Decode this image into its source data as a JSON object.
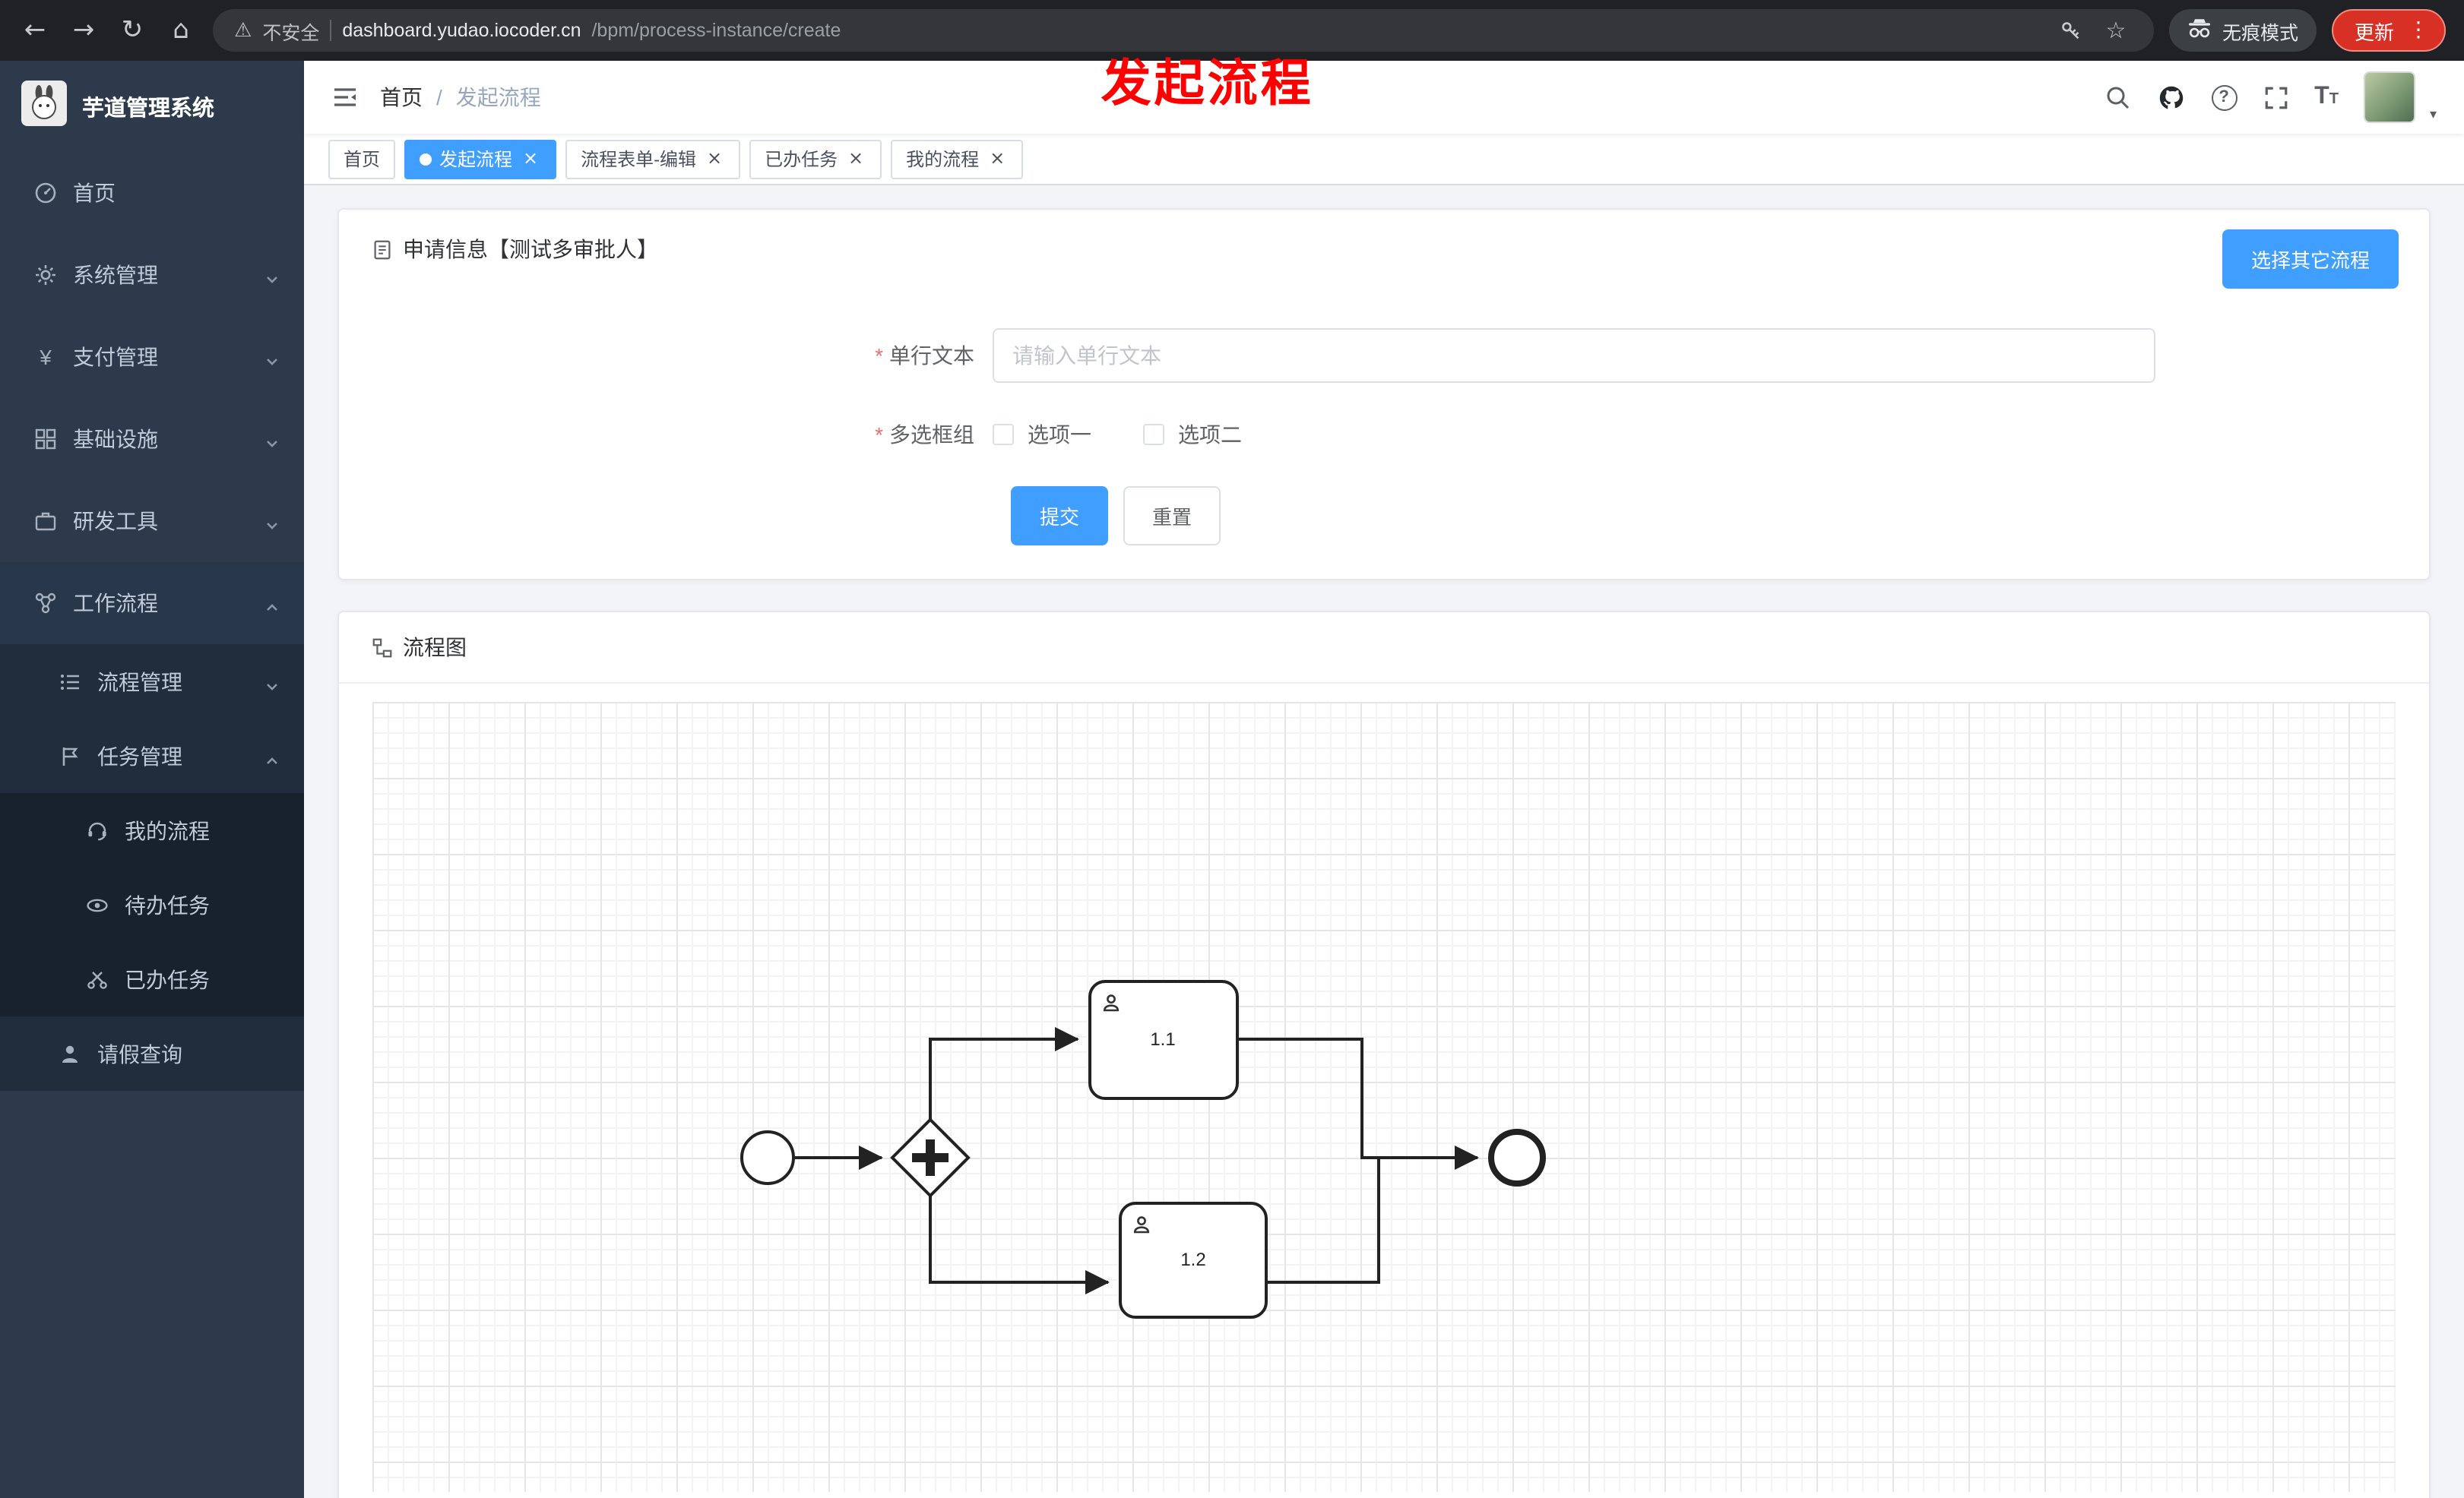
{
  "browser": {
    "security_label": "不安全",
    "url_host": "dashboard.yudao.iocoder.cn",
    "url_path": "/bpm/process-instance/create",
    "incognito_label": "无痕模式",
    "update_label": "更新"
  },
  "icons": {
    "back": "←",
    "forward": "→",
    "reload": "↻",
    "home": "⌂",
    "warning": "⚠",
    "star": "☆",
    "kebab": "⋮",
    "close": "×",
    "caret": "▾",
    "question": "?",
    "fontsize": "T",
    "required": "*"
  },
  "annotation": {
    "text": "发起流程",
    "color": "#ff0000"
  },
  "sidebar": {
    "logo_title": "芋道管理系统",
    "items": [
      {
        "label": "首页",
        "icon": "dashboard-icon"
      },
      {
        "label": "系统管理",
        "icon": "gear-icon"
      },
      {
        "label": "支付管理",
        "icon": "payment-icon"
      },
      {
        "label": "基础设施",
        "icon": "infrastructure-icon"
      },
      {
        "label": "研发工具",
        "icon": "devtools-icon"
      },
      {
        "label": "工作流程",
        "icon": "workflow-icon",
        "children": [
          {
            "label": "流程管理",
            "icon": "process-icon"
          },
          {
            "label": "任务管理",
            "icon": "task-icon",
            "children": [
              {
                "label": "我的流程",
                "icon": "my-process-icon"
              },
              {
                "label": "待办任务",
                "icon": "todo-eye-icon"
              },
              {
                "label": "已办任务",
                "icon": "done-icon"
              }
            ]
          },
          {
            "label": "请假查询",
            "icon": "leave-user-icon"
          }
        ]
      }
    ]
  },
  "header": {
    "breadcrumb": {
      "home": "首页",
      "separator": "/",
      "current": "发起流程"
    }
  },
  "tabs": [
    {
      "label": "首页",
      "active": false,
      "closable": false
    },
    {
      "label": "发起流程",
      "active": true,
      "closable": true
    },
    {
      "label": "流程表单-编辑",
      "active": false,
      "closable": true
    },
    {
      "label": "已办任务",
      "active": false,
      "closable": true
    },
    {
      "label": "我的流程",
      "active": false,
      "closable": true
    }
  ],
  "form_card": {
    "title": "申请信息【测试多审批人】",
    "select_other_label": "选择其它流程",
    "fields": {
      "single_text": {
        "label": "单行文本",
        "required": true,
        "value": "",
        "placeholder": "请输入单行文本"
      },
      "checkbox_group": {
        "label": "多选框组",
        "required": true,
        "options": [
          {
            "label": "选项一",
            "checked": false
          },
          {
            "label": "选项二",
            "checked": false
          }
        ]
      }
    },
    "submit_label": "提交",
    "reset_label": "重置"
  },
  "diagram_card": {
    "title": "流程图",
    "bpmn": {
      "start_event": "start-event",
      "gateway": "parallel-gateway",
      "tasks": [
        {
          "label": "1.1"
        },
        {
          "label": "1.2"
        }
      ],
      "end_event": "end-event"
    }
  },
  "colors": {
    "primary": "#409eff",
    "sidebar_bg": "#2d3a4b",
    "submenu_bg": "#1f2d3d",
    "danger": "#f56c6c",
    "annotation_red": "#ff0000",
    "chrome_bg": "#202124",
    "update_chip": "#d93025"
  }
}
